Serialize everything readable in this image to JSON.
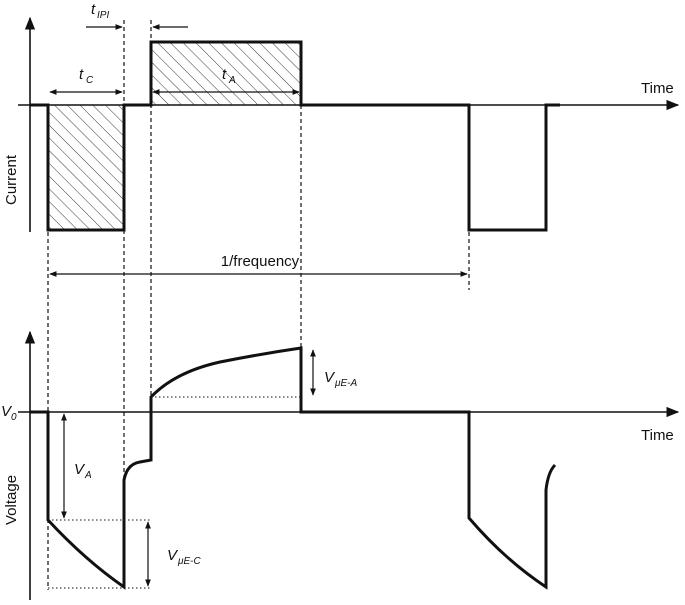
{
  "current_panel": {
    "y_label": "Current",
    "x_label": "Time",
    "t_ipi_main": "t",
    "t_ipi_sub": "IPI",
    "t_c_main": "t",
    "t_c_sub": "C",
    "t_a_main": "t",
    "t_a_sub": "A",
    "period_label": "1/frequency"
  },
  "voltage_panel": {
    "y_label": "Voltage",
    "x_label": "Time",
    "v0_main": "V",
    "v0_sub": "0",
    "va_main": "V",
    "va_sub": "A",
    "vmea_main": "V",
    "vmea_sub": "μE-A",
    "vmec_main": "V",
    "vmec_sub": "μE-C"
  }
}
